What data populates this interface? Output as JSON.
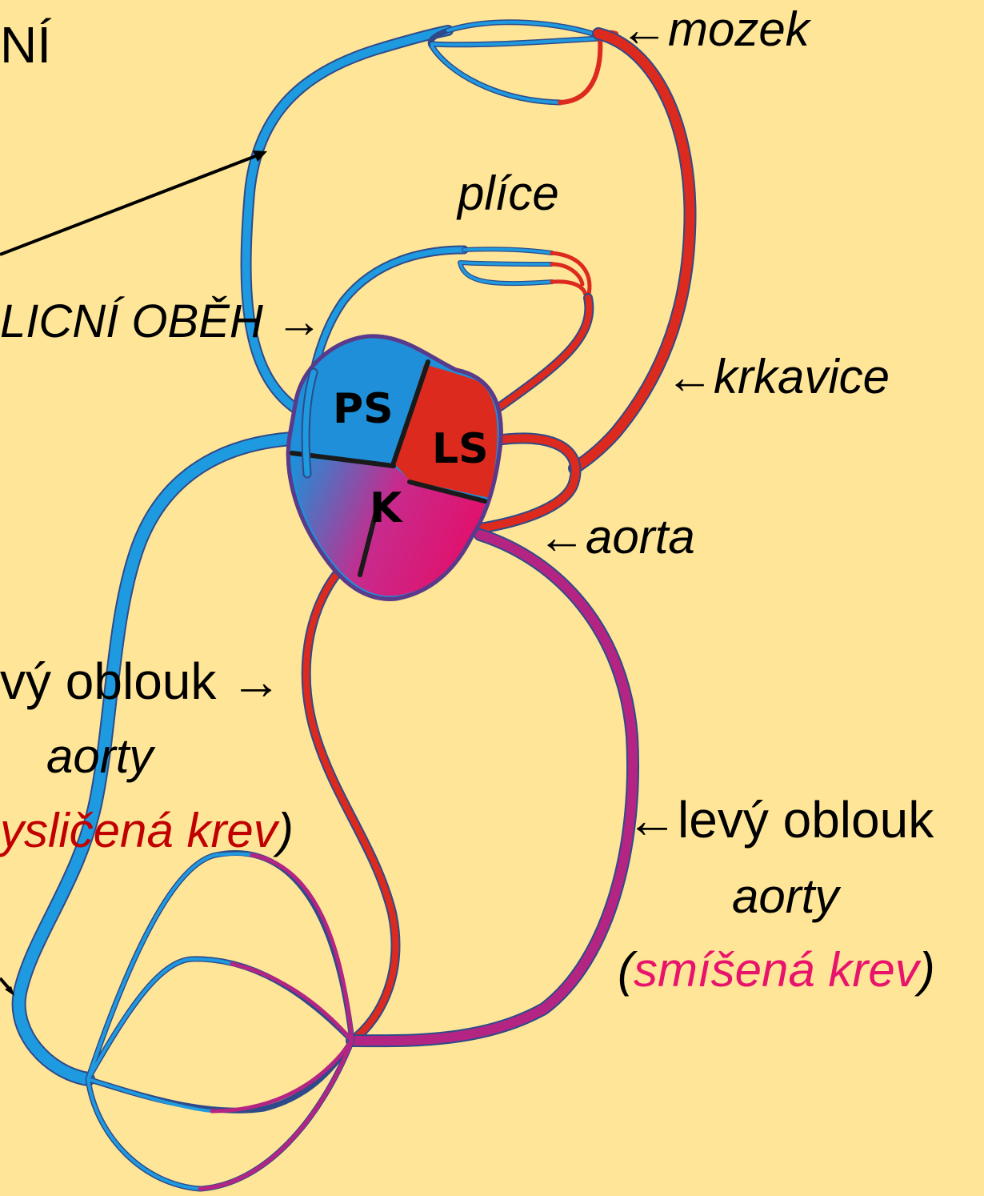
{
  "labels": {
    "top_left": "NÍ",
    "mozek": "←mozek",
    "plice": "plíce",
    "plicni_obeh": "LICNÍ OBĚH →",
    "krkavice": "←krkavice",
    "aorta": "←aorta",
    "pravy_oblouk": "vý oblouk →",
    "pravy_aorty": "aorty",
    "pravy_krev_suffix": "yslič",
    "pravy_krev_word": "ená krev",
    "close_paren": ")",
    "levy_oblouk": "←levý oblouk",
    "levy_aorty": "aorty",
    "open_paren": "(",
    "levy_krev": "smíšená krev"
  },
  "heart": {
    "ps": "PS",
    "ls": "LS",
    "k": "K"
  },
  "colors": {
    "background": "#FFE597",
    "venous_blue": "#1E9BE0",
    "arterial_red": "#DD2A1E",
    "mixed_magenta": "#B42583",
    "oxygenated_text": "#C00000",
    "mixed_text": "#E8136B",
    "outline": "#2E4A8A"
  }
}
